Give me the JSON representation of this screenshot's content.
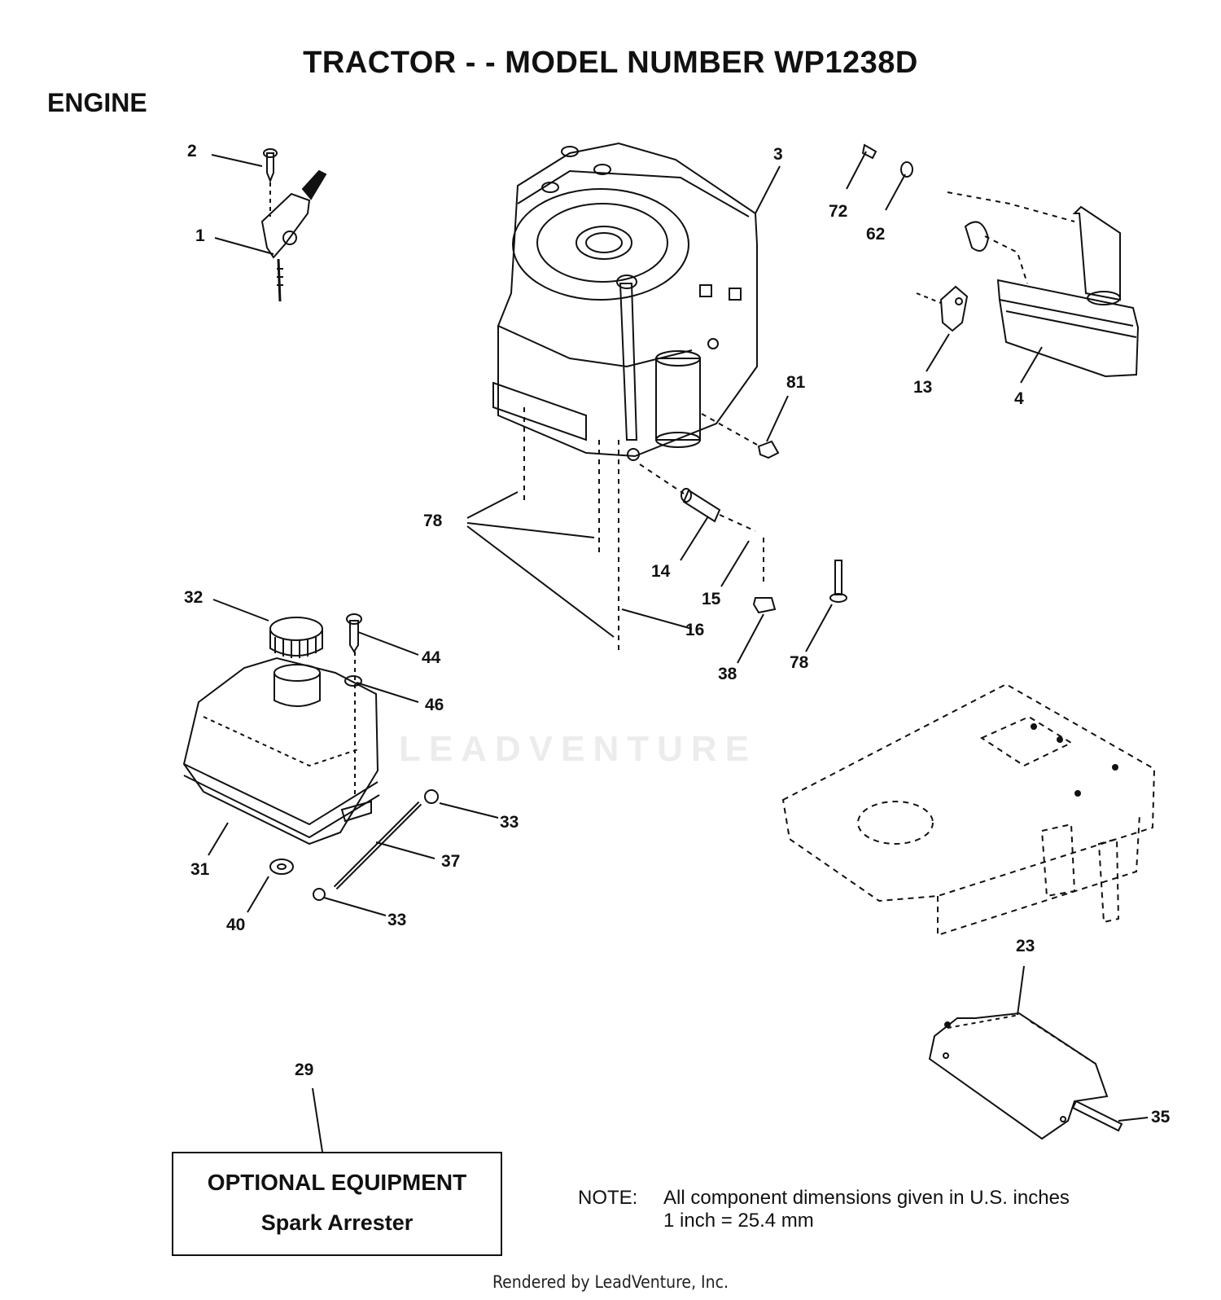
{
  "header": {
    "title": "TRACTOR - - MODEL NUMBER WP1238D",
    "section": "ENGINE"
  },
  "callouts": [
    "1",
    "2",
    "3",
    "4",
    "13",
    "14",
    "15",
    "16",
    "23",
    "29",
    "31",
    "32",
    "33",
    "33",
    "35",
    "37",
    "38",
    "40",
    "44",
    "46",
    "62",
    "72",
    "78",
    "78",
    "81"
  ],
  "optional": {
    "heading": "OPTIONAL EQUIPMENT",
    "item": "Spark Arrester"
  },
  "note": {
    "label": "NOTE:",
    "line1": "All component dimensions given in U.S. inches",
    "line2": "1 inch = 25.4 mm"
  },
  "watermark": "LEADVENTURE",
  "footer": "Rendered by LeadVenture, Inc."
}
